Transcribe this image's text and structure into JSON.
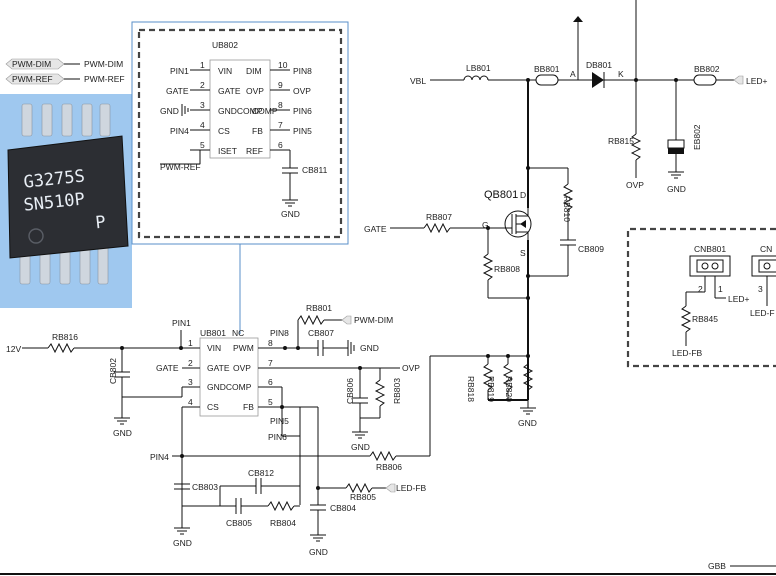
{
  "tags": {
    "pwm_dim_in": "PWM-DIM",
    "pwm_dim_out": "PWM-DIM",
    "pwm_ref_in": "PWM-REF",
    "pwm_ref_out": "PWM-REF"
  },
  "chip_photo": {
    "line1": "G3275S",
    "line2": "SN510P",
    "line3": "P"
  },
  "ub802": {
    "ref": "UB802",
    "pins_left": [
      "VIN",
      "GATE",
      "GNDCOMP",
      "CS",
      "ISET"
    ],
    "pins_right": [
      "DIM",
      "OVP",
      "COMP",
      "FB",
      "REF"
    ],
    "num_left": [
      "1",
      "2",
      "3",
      "4",
      "5"
    ],
    "num_right": [
      "10",
      "9",
      "8",
      "7",
      "6"
    ],
    "net_left": [
      "PIN1",
      "GATE",
      "GND",
      "PIN4"
    ],
    "net_right": [
      "PIN8",
      "OVP",
      "PIN6",
      "PIN5"
    ],
    "pwm_ref": "PWM-REF",
    "cap": "CB811",
    "gnd": "GND"
  },
  "ub801": {
    "ref": "UB801",
    "nc": "NC",
    "pins_left": [
      "VIN",
      "GATE",
      "GNDCOMP",
      "CS"
    ],
    "pins_right": [
      "PWM",
      "OVP",
      "",
      "FB"
    ],
    "num_left": [
      "1",
      "2",
      "3",
      "4"
    ],
    "num_right": [
      "8",
      "7",
      "6",
      "5"
    ]
  },
  "input": {
    "v12": "12V",
    "rb816": "RB816",
    "cb802": "CB802",
    "gnd": "GND",
    "gate": "GATE",
    "pin1": "PIN1",
    "pin8": "PIN8",
    "rb801": "RB801",
    "pwm_dim": "PWM-DIM",
    "cb807": "CB807",
    "gnd2": "GND",
    "ovp": "OVP",
    "cb806": "CB806",
    "rb803": "RB803",
    "gnd3": "GND",
    "pin5": "PIN5",
    "pin6": "PIN6",
    "pin4": "PIN4",
    "rb806": "RB806",
    "cb803": "CB803",
    "cb812": "CB812",
    "cb805": "CB805",
    "rb804": "RB804",
    "rb805": "RB805",
    "led_fb": "LED-FB",
    "cb804": "CB804",
    "gnd4": "GND",
    "gnd5": "GND"
  },
  "power": {
    "vbl": "VBL",
    "lb801": "LB801",
    "bb801": "BB801",
    "a": "A",
    "db801": "DB801",
    "k": "K",
    "bb802": "BB802",
    "led_plus": "LED+",
    "rb815": "RB815",
    "ovp": "OVP",
    "eb802": "EB802",
    "gnd": "GND",
    "qb801": "QB801",
    "d": "D",
    "g": "G",
    "s": "S",
    "rb810": "RB810",
    "cb809": "CB809",
    "gate": "GATE",
    "rb807": "RB807",
    "rb808": "RB808",
    "rb818": "RB818",
    "rb819": "RB819",
    "rb820": "RB820",
    "gnd2": "GND"
  },
  "connector": {
    "cnb801": "CNB801",
    "cnb_partial": "CN",
    "pin2": "2",
    "pin1": "1",
    "pin3": "3",
    "led_plus": "LED+",
    "led_fb_partial": "LED-F",
    "rb845": "RB845",
    "led_fb": "LED-FB"
  },
  "footer": {
    "gbb": "GBB"
  }
}
